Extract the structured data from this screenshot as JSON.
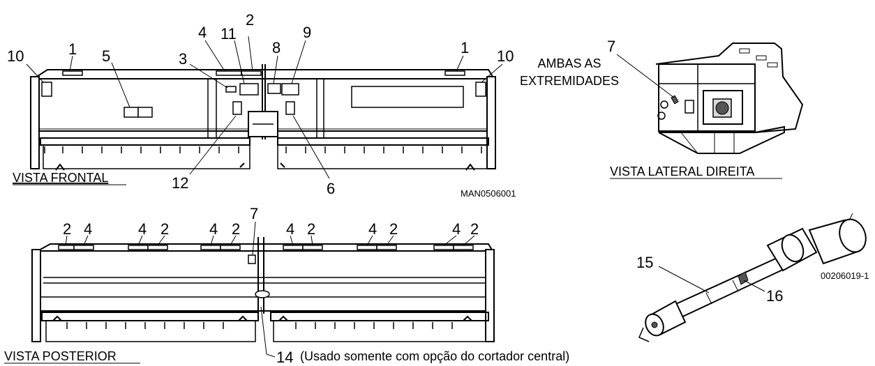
{
  "views": {
    "front": {
      "title": "VISTA FRONTAL",
      "code": "MAN0506001"
    },
    "side": {
      "title": "VISTA LATERAL DIREITA",
      "note_line1": "AMBAS AS",
      "note_line2": "EXTREMIDADES"
    },
    "rear": {
      "title": "VISTA POSTERIOR",
      "note": "(Usado somente com opção do cortador central)"
    },
    "driveline": {
      "code": "00206019-1"
    }
  },
  "callouts": {
    "front": [
      "10",
      "1",
      "5",
      "3",
      "4",
      "11",
      "2",
      "8",
      "9",
      "1",
      "10",
      "12",
      "6"
    ],
    "side": [
      "7"
    ],
    "rear": [
      "7",
      "2",
      "4",
      "4",
      "2",
      "4",
      "2",
      "4",
      "2",
      "4",
      "2",
      "4",
      "2",
      "14"
    ],
    "driveline": [
      "15",
      "16"
    ]
  }
}
